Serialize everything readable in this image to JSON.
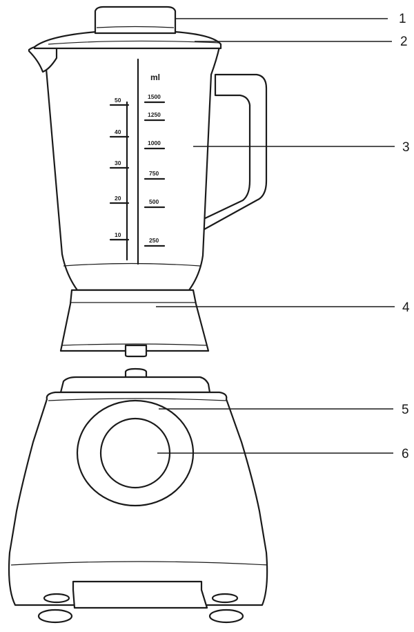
{
  "callouts": [
    "1",
    "2",
    "3",
    "4",
    "5",
    "6"
  ],
  "scale_unit": "ml",
  "scale_ml": [
    "1500",
    "1250",
    "1000",
    "750",
    "500",
    "250"
  ],
  "scale_oz": [
    "50",
    "40",
    "30",
    "20",
    "10"
  ],
  "colors": {
    "stroke": "#1a1a1a",
    "background": "#ffffff"
  }
}
